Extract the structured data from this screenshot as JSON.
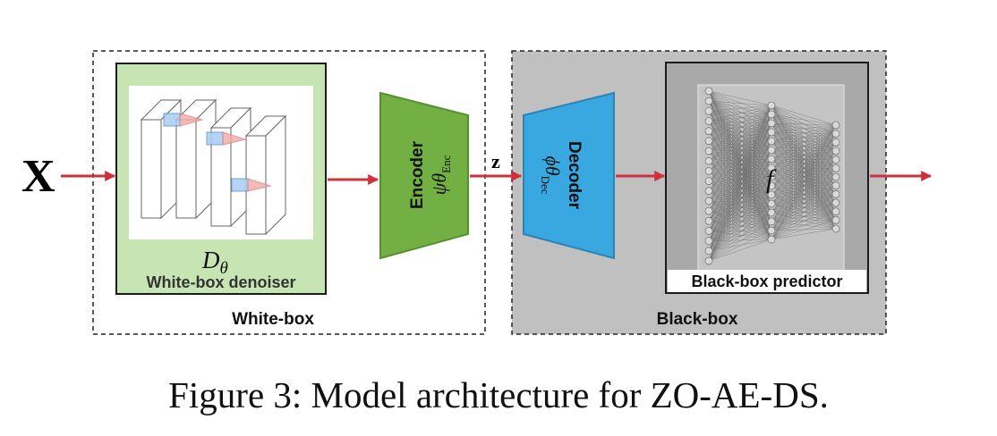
{
  "input_symbol": "X",
  "latent_symbol": "z",
  "whitebox": {
    "region_label": "White-box",
    "denoiser_symbol": "D",
    "denoiser_subscript": "θ",
    "denoiser_label": "White-box denoiser"
  },
  "encoder": {
    "name": "Encoder",
    "symbol": "ψ",
    "param": "θ",
    "param_sub": "Enc",
    "color": "#72b043"
  },
  "blackbox": {
    "region_label": "Black-box",
    "predictor_label": "Black-box predictor",
    "predictor_symbol": "f"
  },
  "decoder": {
    "name": "Decoder",
    "symbol": "ϕ",
    "param": "θ",
    "param_sub": "Dec",
    "color": "#3aa8e0"
  },
  "caption": {
    "prefix": "Figure 3:",
    "text": "Model architecture for ZO-AE-DS."
  },
  "colors": {
    "arrow": "#d0303b",
    "denoiser_bg": "#c6e5b3",
    "blackbox_bg": "#c0c0c0",
    "predictor_bg": "#a9a9a9"
  }
}
